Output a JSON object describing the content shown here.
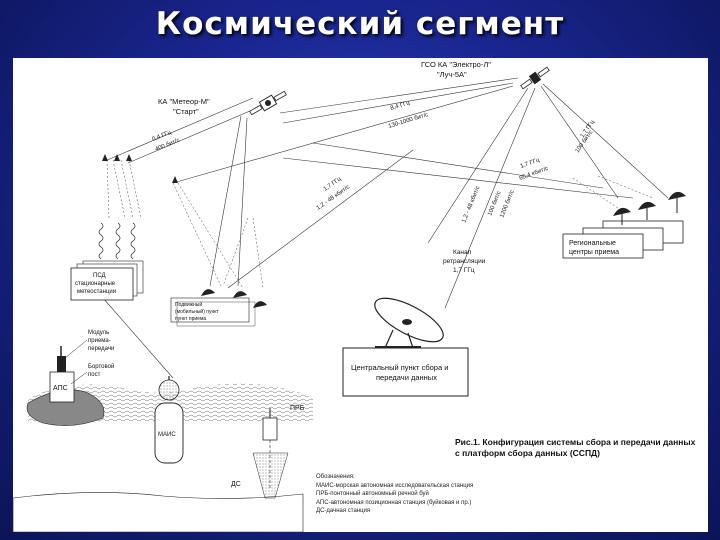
{
  "slide": {
    "title": "Космический сегмент"
  },
  "diagram": {
    "geo_satellite": {
      "line1": "ГСО КА \"Электро-Л\"",
      "line2": "\"Луч-5А\""
    },
    "leo_satellite": {
      "line1": "КА \"Метеор-М\"",
      "line2": "\"Старт\""
    },
    "links": {
      "geo_to_leo_freq": "8,4 ГГц",
      "geo_to_leo_rate": "130-1000 бит/с",
      "leo_to_stations_freq": "0,4 ГГц",
      "leo_to_stations_rate": "400 бит/с",
      "leo_to_regional_freq": "1,7 ГГц",
      "leo_to_regional_rate": "1,2 - 48 кбит/с",
      "geo_to_central_freq": "1,2 - 48 кбит/с",
      "geo_to_central_rate": "100 бит/с",
      "geo_to_central_rate2": "1200 бит/с",
      "geo_down_freq": "1,7 ГГц",
      "geo_down_rate": "65,4 кбит/с",
      "geo_right_freq": "1,7 ГГц",
      "geo_right_rate": "100 бит/с"
    },
    "relay_channel": {
      "line1": "Канал",
      "line2": "ретрансляции",
      "line3": "1,7 ГГц"
    },
    "regional_centers": {
      "line1": "Региональные",
      "line2": "центры приема"
    },
    "central_point": {
      "line1": "Центральный пункт сбора и",
      "line2": "передачи данных"
    },
    "ped_stations": {
      "line1": "ПСД",
      "line2": "стационарные",
      "line3": "метеостанции"
    },
    "mobile_point": {
      "line1": "Подвижный",
      "line2": "(мобильный) пункт",
      "line3": "пункт приема"
    },
    "transceiver_module": {
      "line1": "Модуль",
      "line2": "приема-",
      "line3": "передачи"
    },
    "onboard_post": {
      "line1": "Бортовой",
      "line2": "пост"
    },
    "aps_label": "АПС",
    "mais_label": "МАИС",
    "prb_label": "ПРБ",
    "ds_label": "ДС"
  },
  "caption": {
    "line1": "Рис.1. Конфигурация системы сбора и передачи данных",
    "line2": "с платформ сбора данных (ССПД)"
  },
  "legend": {
    "title": "Обозначения:",
    "items": [
      "МАИС-морская автономная исследовательская станция",
      "ПРБ-понтонный автономный речной буй",
      "АПС-автономная позиционная станция (буйковая и пр.)",
      "ДС-дачная станция"
    ]
  }
}
